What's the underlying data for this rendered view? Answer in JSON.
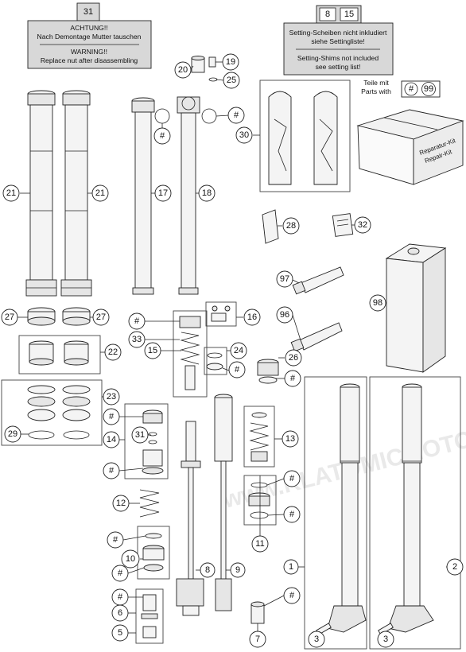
{
  "notes": {
    "achtung_ref": "31",
    "achtung_lines": [
      "ACHTUNG!!",
      "Nach Demontage Mutter tauschen",
      "WARNING!!",
      "Replace nut after disassembling"
    ],
    "shims_refs": [
      "8",
      "15"
    ],
    "shims_lines": [
      "Setting-Scheiben nicht inkludiert",
      "siehe Settingliste!",
      "Setting-Shims not included",
      "see setting list!"
    ],
    "parts_with_lines": [
      "Teile mit",
      "Parts with"
    ],
    "parts_with_refs": [
      "#",
      "99"
    ],
    "kit_lines": [
      "Reparatur-Kit",
      "Repair-Kit"
    ]
  },
  "callouts": [
    "21",
    "21",
    "17",
    "18",
    "20",
    "19",
    "25",
    "#",
    "#",
    "30",
    "28",
    "32",
    "97",
    "96",
    "98",
    "27",
    "27",
    "16",
    "#",
    "33",
    "15",
    "24",
    "#",
    "26",
    "#",
    "22",
    "23",
    "29",
    "#",
    "14",
    "31",
    "#",
    "13",
    "12",
    "#",
    "#",
    "#",
    "10",
    "#",
    "11",
    "1",
    "2",
    "8",
    "9",
    "#",
    "6",
    "5",
    "#",
    "7",
    "3",
    "3"
  ],
  "watermark": "www.KLATOMICMOTO"
}
